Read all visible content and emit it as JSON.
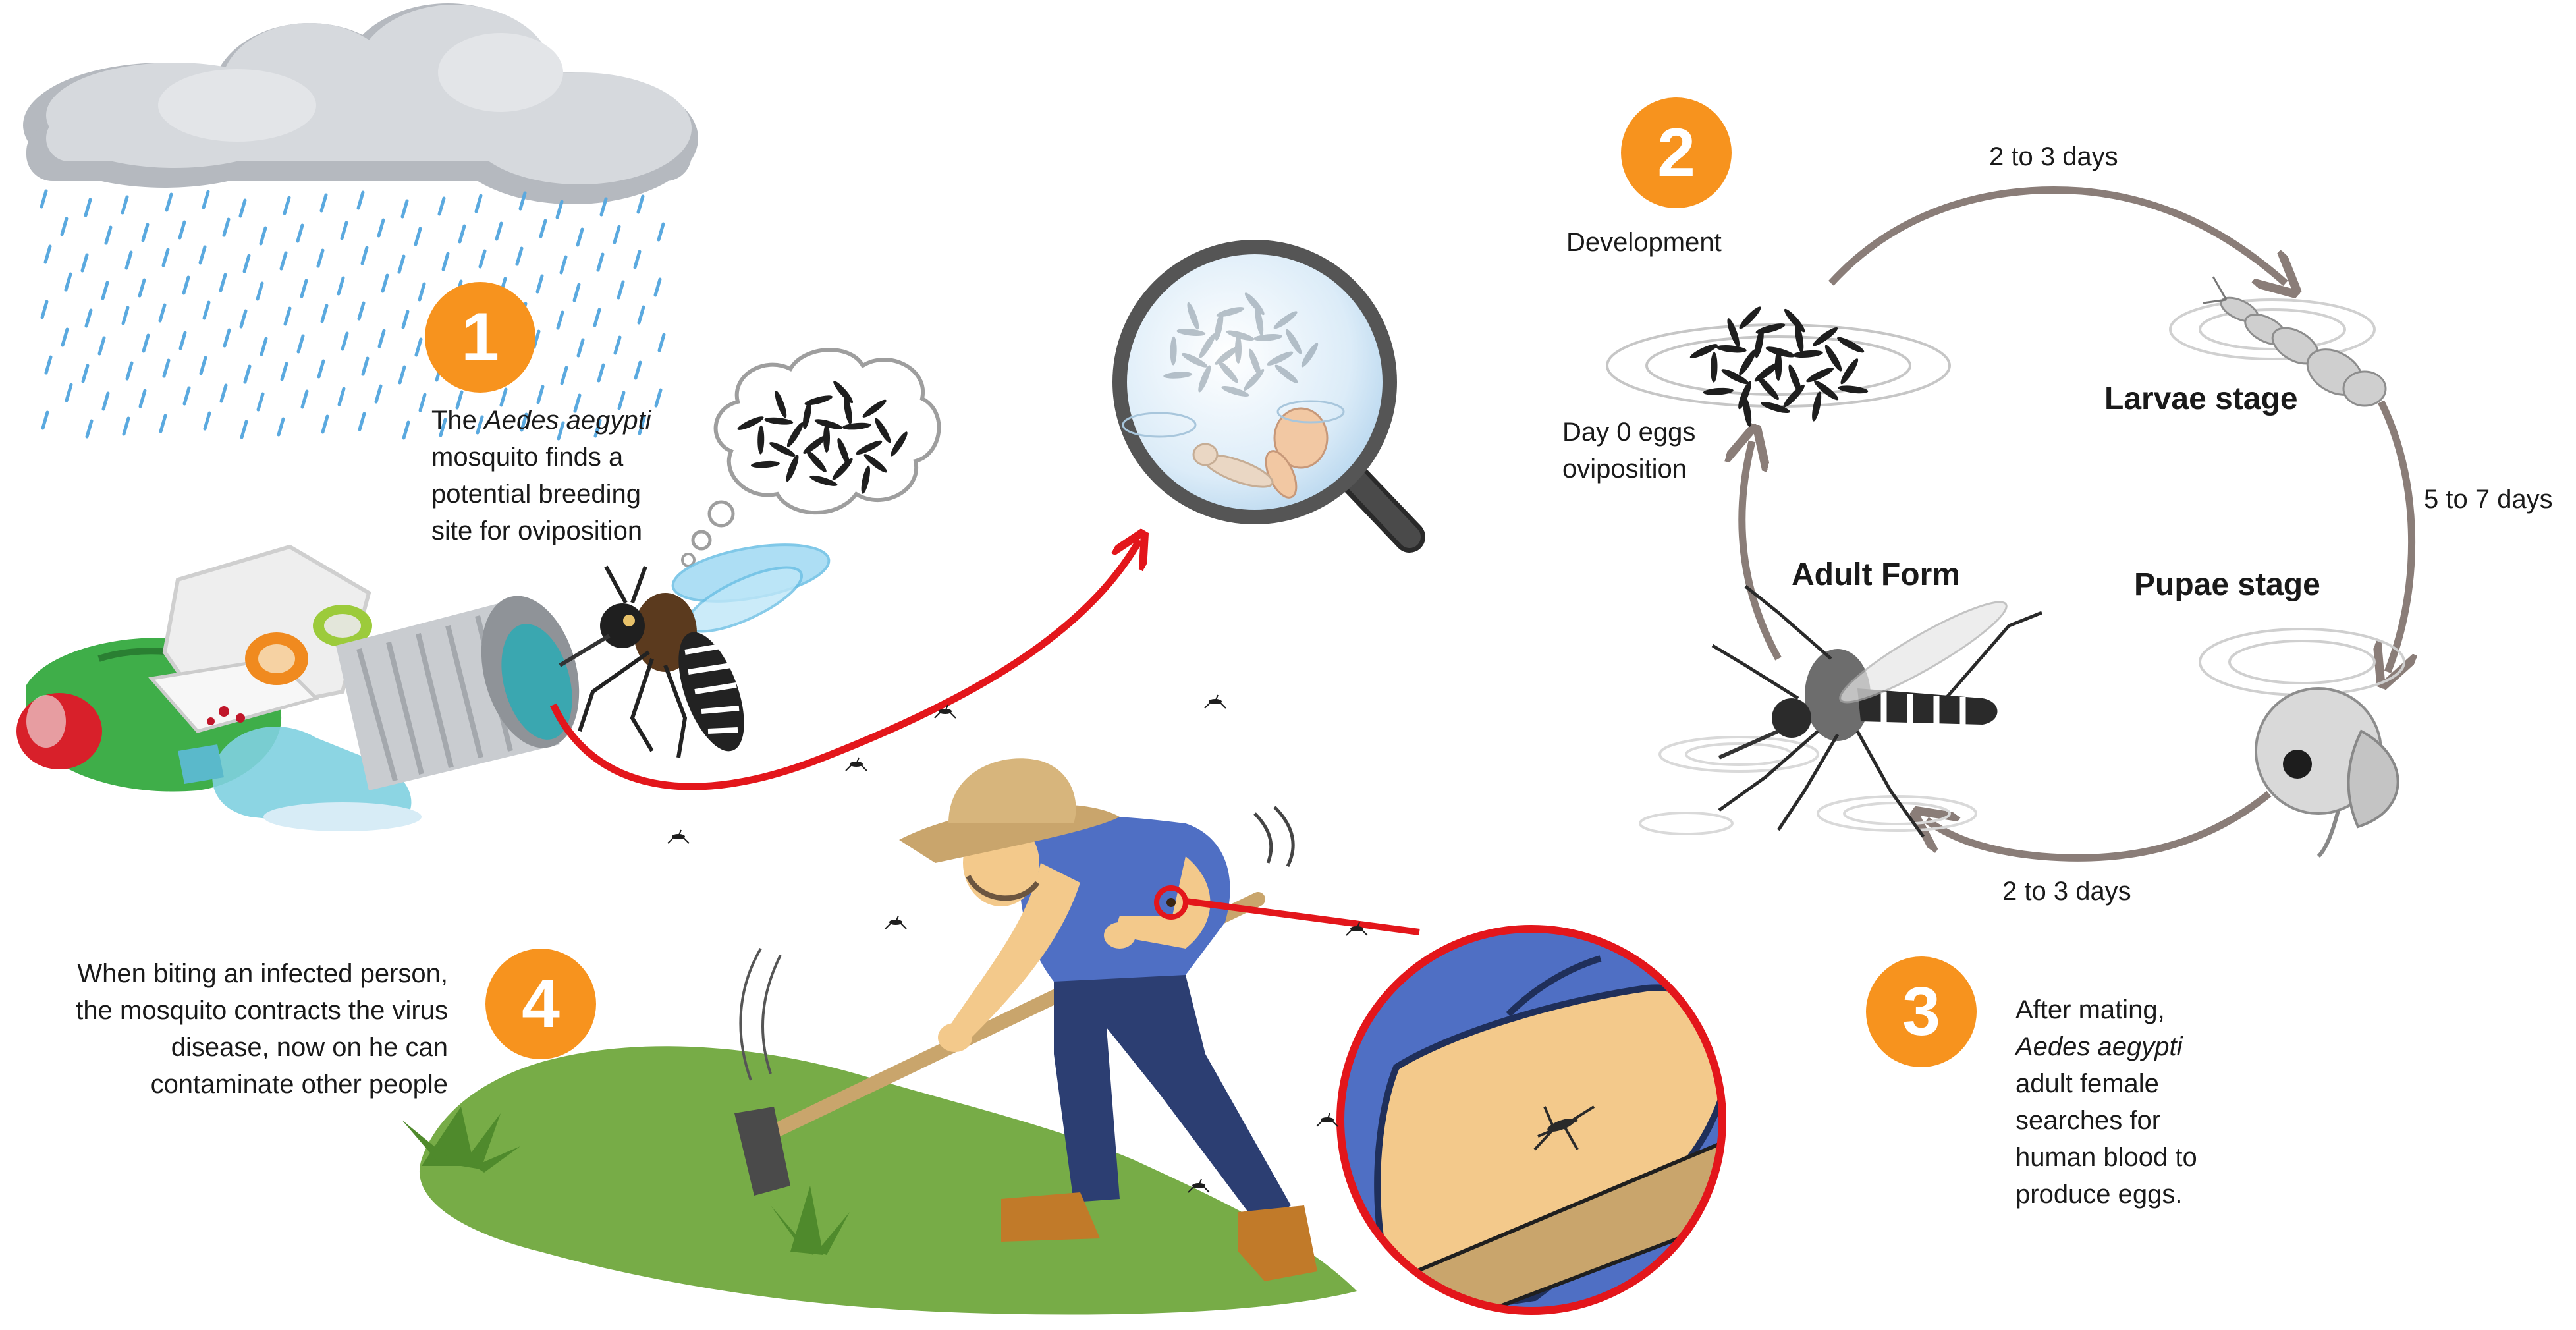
{
  "colors": {
    "badge": "#f7931e",
    "cycle_arrow": "#8a7d78",
    "red_arrow": "#e3161b",
    "grass": "#77ac47",
    "shirt": "#4f6fc4",
    "skin": "#f3c98b",
    "jeans": "#2c3e72",
    "hat": "#c9a56c",
    "cloud": "#c9ccd0",
    "rain": "#5aa9df"
  },
  "badges": [
    "1",
    "2",
    "3",
    "4"
  ],
  "step1": {
    "line1_pre": "The ",
    "line1_italic": "Aedes aegypti",
    "line2": "mosquito finds a",
    "line3": "potential breeding",
    "line4": "site for oviposition"
  },
  "step2": {
    "title": "Development",
    "arrow_top_label": "2 to 3 days",
    "arrow_right_label": "5 to 7 days",
    "arrow_bottom_label": "2 to 3 days",
    "larvae": "Larvae stage",
    "pupae": "Pupae stage",
    "adult": "Adult Form",
    "eggs_line1": "Day 0 eggs",
    "eggs_line2": "oviposition"
  },
  "step3": {
    "line1": "After mating,",
    "line2_italic": "Aedes aegypti",
    "line3": "adult female",
    "line4": "searches for",
    "line5": "human blood to",
    "line6": "produce eggs."
  },
  "step4": {
    "line1": "When biting an infected person,",
    "line2": "the mosquito contracts the virus",
    "line3": "disease, now on he can",
    "line4": "contaminate other people"
  },
  "icons": [
    "rain-cloud-icon",
    "trash-pile-icon",
    "thought-bubble-icon",
    "mosquito-icon",
    "magnifier-icon",
    "eggs-icon",
    "larva-icon",
    "pupa-icon",
    "farmer-icon",
    "bite-zoom-icon",
    "grass-icon"
  ]
}
